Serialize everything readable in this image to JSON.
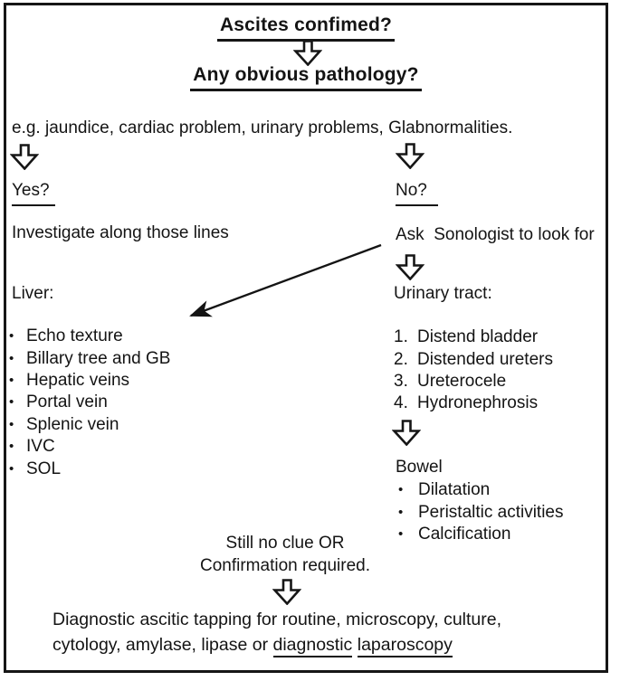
{
  "page": {
    "title": "Ascites confimed?",
    "subtitle": "Any obvious pathology?",
    "examples": "e.g. jaundice, cardiac problem, urinary problems, Glabnormalities.",
    "yes_branch": {
      "label": "Yes?",
      "action": "Investigate along those lines",
      "section": "Liver:",
      "items": [
        "Echo texture",
        "Billary tree and GB",
        "Hepatic veins",
        "Portal vein",
        "Splenic vein",
        "IVC",
        "SOL"
      ]
    },
    "no_branch": {
      "label": "No?",
      "action": "Ask  Sonologist to look for",
      "section": "Urinary tract:",
      "items": [
        "Distend bladder",
        "Distended ureters",
        "Ureterocele",
        "Hydronephrosis"
      ],
      "bowel": {
        "title": "Bowel",
        "items": [
          "Dilatation",
          "Peristaltic activities",
          "Calcification"
        ]
      }
    },
    "decision": {
      "line1": "Still no clue OR",
      "line2": "Confirmation required."
    },
    "conclusion": {
      "line1": "Diagnostic ascitic tapping for routine, microscopy, culture,",
      "line2_prefix": "cytology, amylase, lipase or ",
      "underlined_word1": "diagnostic",
      "underlined_word2": "laparoscopy"
    },
    "colors": {
      "ink": "#161616",
      "background": "#ffffff"
    }
  }
}
